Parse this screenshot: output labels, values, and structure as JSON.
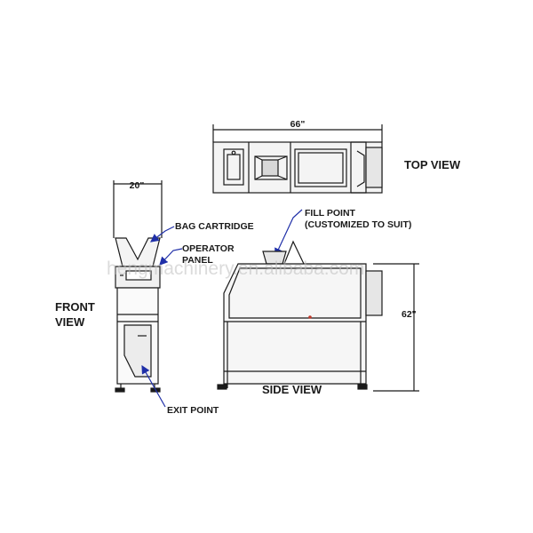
{
  "views": {
    "top": "TOP VIEW",
    "front_line1": "FRONT",
    "front_line2": "VIEW",
    "side": "SIDE VIEW"
  },
  "dimensions": {
    "top_width": "66\"",
    "front_width": "20\"",
    "side_height": "62\""
  },
  "callouts": {
    "bag_cartridge": "BAG CARTRIDGE",
    "operator_line1": "OPERATOR",
    "operator_line2": "PANEL",
    "fill_point_line1": "FILL POINT",
    "fill_point_line2": "(CUSTOMIZED TO SUIT)",
    "exit_point": "EXIT POINT"
  },
  "watermark": "hengmachinery.en.alibaba.com",
  "colors": {
    "line": "#1a1a1a",
    "callout": "#1f2fa8",
    "fill": "#e8e8e8"
  }
}
